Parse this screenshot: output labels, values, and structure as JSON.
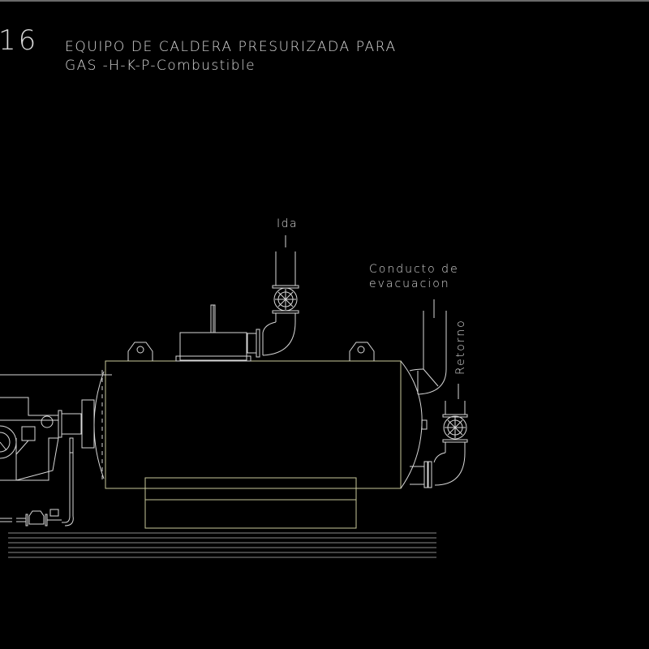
{
  "drawing": {
    "sheet_number": "16",
    "title_line1": "EQUIPO DE CALDERA PRESURIZADA PARA",
    "title_line2": "GAS -H-K-P-Combustible",
    "labels": {
      "supply": "Ida",
      "exhaust_line1": "Conducto de",
      "exhaust_line2": "evacuacion",
      "return": "Retorno"
    },
    "colors": {
      "background": "#000000",
      "line_white": "#d8d8d8",
      "line_yellow": "#c8c89a",
      "base_lines": "#8a8a8a",
      "border": "#6a6a6a"
    },
    "components": [
      "boiler-shell",
      "burner",
      "supply-valve",
      "return-valve",
      "exhaust-elbow",
      "gas-train",
      "base-skid",
      "lifting-lugs",
      "control-box"
    ]
  }
}
